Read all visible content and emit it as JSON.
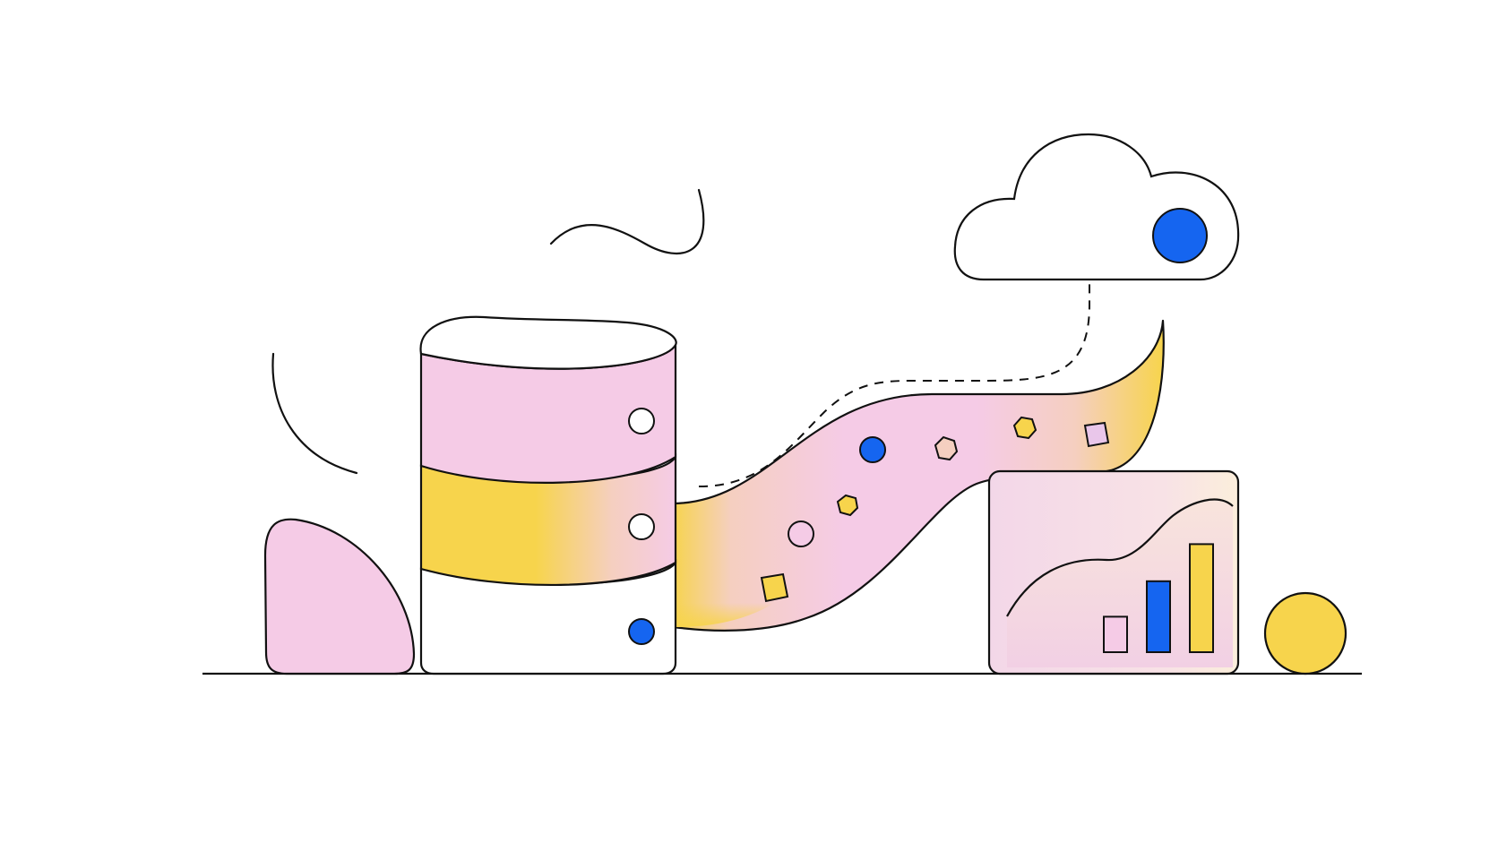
{
  "palette": {
    "ink": "#111111",
    "pink": "#f5cbe6",
    "yellow": "#f7d44c",
    "peach": "#f5cfc0",
    "blue": "#1565f0",
    "white": "#ffffff",
    "chart_panel_pink": "#f3d7e8"
  },
  "scene": {
    "icons": [
      "database-icon",
      "cloud-icon",
      "bar-chart-icon",
      "data-stream",
      "yellow-sphere",
      "pink-blob"
    ],
    "chart_panel": {
      "bar_levels": [
        0.22,
        0.44,
        0.67
      ],
      "bar_colors": [
        "pink",
        "blue",
        "yellow"
      ]
    }
  }
}
